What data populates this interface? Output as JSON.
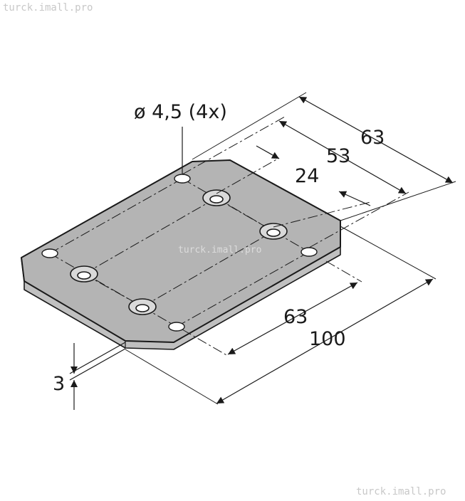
{
  "watermarks": {
    "top_left": "turck.imall.pro",
    "center": "turck.imall.pro",
    "bottom_right": "turck.imall.pro"
  },
  "dimensions": {
    "hole_diameter": "ø 4,5 (4x)",
    "depth_outer": "63",
    "depth_holes": "53",
    "depth_small": "24",
    "length_holes": "63",
    "length_outer": "100",
    "thickness": "3"
  },
  "colors": {
    "plate_top": "#b4b4b4",
    "plate_side": "#c0c0c0",
    "line": "#1a1a1a",
    "watermark": "#c8c8c8"
  }
}
